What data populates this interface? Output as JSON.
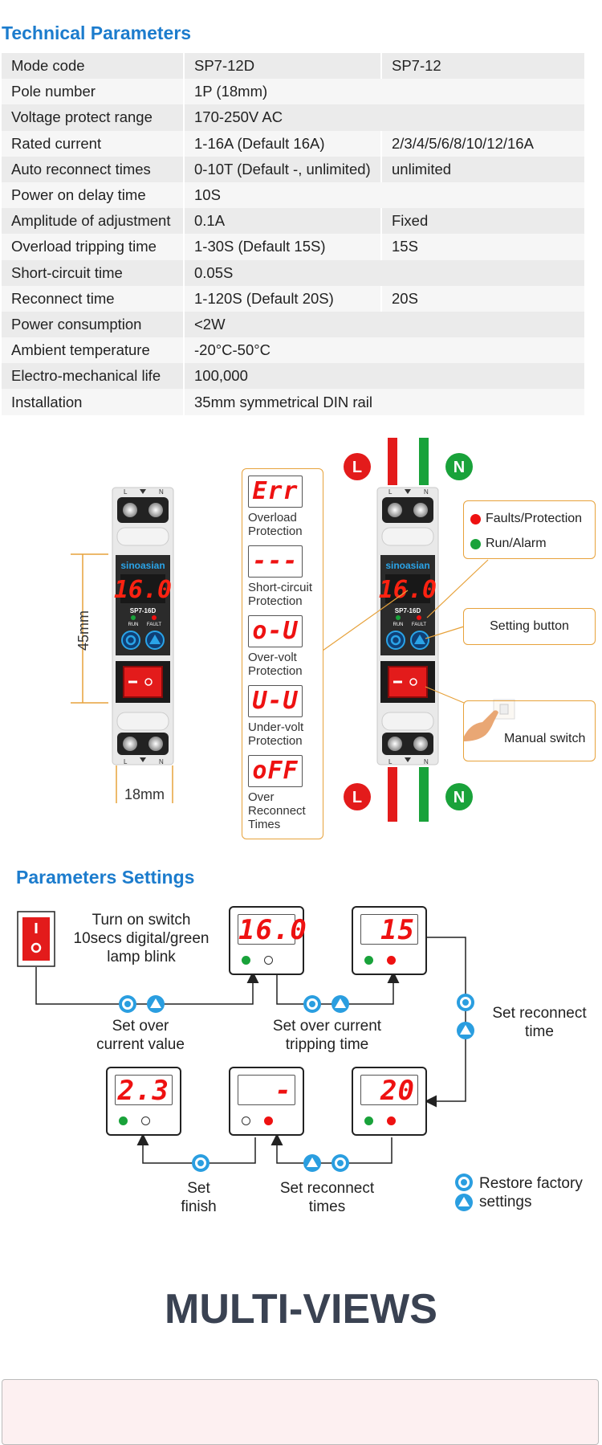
{
  "tech": {
    "title": "Technical Parameters",
    "rows": [
      [
        "Mode code",
        "SP7-12D",
        "SP7-12"
      ],
      [
        "Pole number",
        "1P (18mm)",
        ""
      ],
      [
        "Voltage protect range",
        "170-250V AC",
        ""
      ],
      [
        "Rated current",
        "1-16A (Default 16A)",
        "2/3/4/5/6/8/10/12/16A"
      ],
      [
        "Auto reconnect times",
        "0-10T (Default -, unlimited)",
        "unlimited"
      ],
      [
        "Power on delay time",
        "10S",
        ""
      ],
      [
        "Amplitude of adjustment",
        "0.1A",
        "Fixed"
      ],
      [
        "Overload tripping time",
        "1-30S (Default 15S)",
        "15S"
      ],
      [
        "Short-circuit time",
        "0.05S",
        ""
      ],
      [
        "Reconnect time",
        "1-120S (Default 20S)",
        "20S"
      ],
      [
        "Power consumption",
        "<2W",
        ""
      ],
      [
        "Ambient temperature",
        "-20°C-50°C",
        ""
      ],
      [
        "Electro-mechanical life",
        "100,000",
        ""
      ],
      [
        "Installation",
        "35mm symmetrical DIN rail",
        ""
      ]
    ]
  },
  "device": {
    "brand": "sinoasian",
    "model": "SP7-16D",
    "display_value": "16.0",
    "run_label": "RUN",
    "fault_label": "FAULT",
    "height_label": "45mm",
    "width_label": "18mm",
    "terminal_labels": [
      "L",
      "N"
    ],
    "line_badge": "L",
    "neutral_badge": "N"
  },
  "codes": [
    {
      "code": "Err",
      "label": "Overload Protection"
    },
    {
      "code": "---",
      "label": "Short-circuit Protection"
    },
    {
      "code": "o-U",
      "label": "Over-volt Protection"
    },
    {
      "code": "U-U",
      "label": "Under-volt Protection"
    },
    {
      "code": "oFF",
      "label": "Over Reconnect Times"
    }
  ],
  "callouts": {
    "faults": "Faults/Protection",
    "run": "Run/Alarm",
    "setting": "Setting button",
    "manual": "Manual switch"
  },
  "settings": {
    "title": "Parameters Settings",
    "turn_on": "Turn on switch 10secs digital/green lamp blink",
    "displays": [
      "16.0",
      "15",
      "20",
      "-",
      "2.3"
    ],
    "labels": {
      "over_current": "Set over current value",
      "tripping": "Set over current tripping time",
      "reconnect_time": "Set reconnect time",
      "reconnect_times": "Set reconnect times",
      "finish": "Set finish",
      "restore": "Restore factory settings"
    },
    "colors": {
      "accent": "#1c7ccd",
      "fault": "#ee1111",
      "run": "#19a23a"
    }
  },
  "multi": {
    "title": "MULTI-VIEWS"
  }
}
